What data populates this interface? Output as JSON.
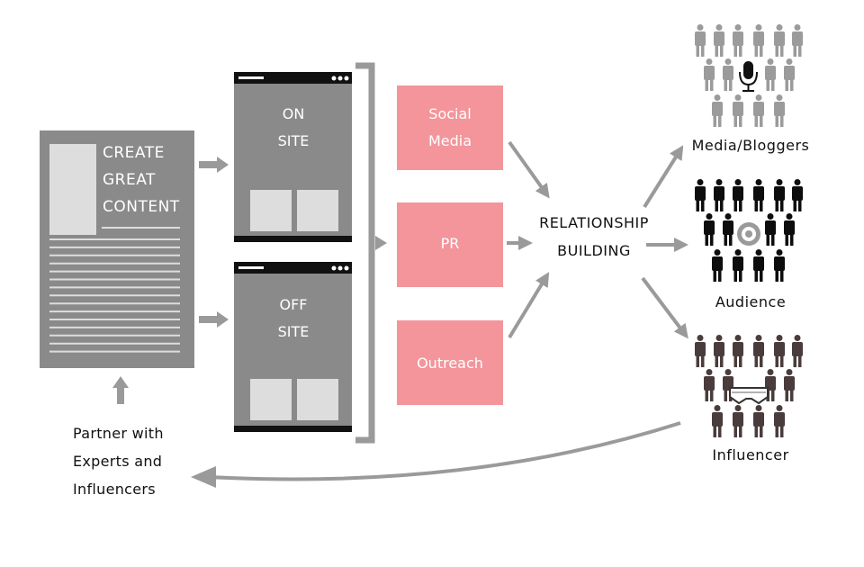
{
  "content_block": {
    "title_lines": [
      "CREATE",
      "GREAT",
      "CONTENT"
    ],
    "color": "#8a8a8a"
  },
  "site_panels": [
    {
      "lines": [
        "ON",
        "SITE"
      ]
    },
    {
      "lines": [
        "OFF",
        "SITE"
      ]
    }
  ],
  "channels": [
    {
      "label": "Social\nMedia",
      "lines": [
        "Social",
        "Media"
      ]
    },
    {
      "label": "PR",
      "lines": [
        "PR"
      ]
    },
    {
      "label": "Outreach",
      "lines": [
        "Outreach"
      ]
    }
  ],
  "relationship": {
    "lines": [
      "RELATIONSHIP",
      "BUILDING"
    ]
  },
  "audience_groups": [
    {
      "label": "Media/Bloggers",
      "person_color": "#9b9b9b",
      "icon": "microphone-icon"
    },
    {
      "label": "Audience",
      "person_color": "#0d0d0d",
      "icon": "target-icon"
    },
    {
      "label": "Influencer",
      "person_color": "#4a3c3c",
      "icon": "vr-headset-icon"
    }
  ],
  "partner": {
    "lines": [
      "Partner with",
      "Experts and",
      "Influencers"
    ]
  },
  "colors": {
    "panel_gray": "#8a8a8a",
    "panel_bar": "#111111",
    "placeholder_light": "#dddddd",
    "channel_pink": "#f3959b",
    "arrow_gray": "#9a9a9a"
  }
}
